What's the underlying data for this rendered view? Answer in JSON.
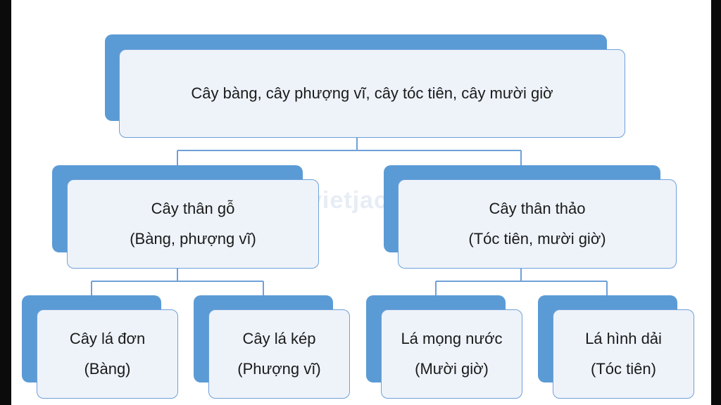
{
  "root": {
    "label": "Cây bàng, cây phượng vĩ, cây tóc tiên, cây mười giờ"
  },
  "level1": [
    {
      "title": "Cây thân gỗ",
      "subtitle": "(Bàng, phượng vĩ)"
    },
    {
      "title": "Cây thân thảo",
      "subtitle": "(Tóc tiên, mười giờ)"
    }
  ],
  "level2": [
    {
      "title": "Cây lá đơn",
      "subtitle": "(Bàng)"
    },
    {
      "title": "Cây lá kép",
      "subtitle": "(Phượng vĩ)"
    },
    {
      "title": "Lá mọng nước",
      "subtitle": "(Mười giờ)"
    },
    {
      "title": "Lá hình dải",
      "subtitle": "(Tóc tiên)"
    }
  ],
  "watermark": "vietjack",
  "colors": {
    "accent": "#5b9bd5",
    "box_fill": "#eef3fa",
    "border": "#6fa0d8"
  }
}
